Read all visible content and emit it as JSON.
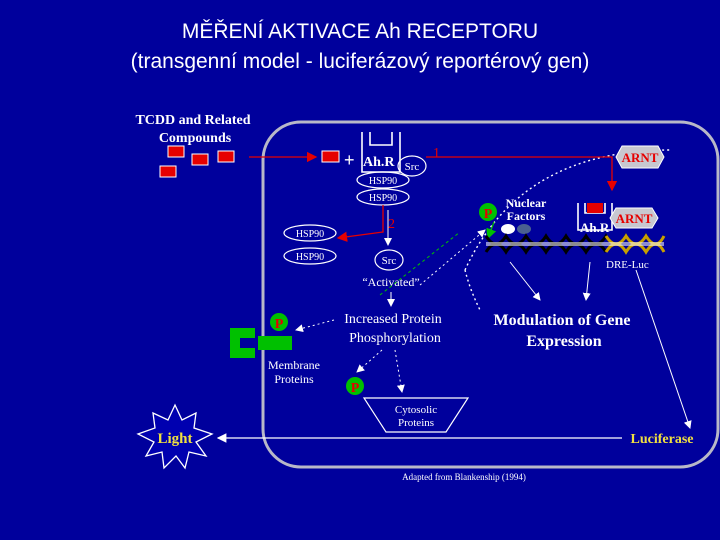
{
  "title": {
    "line1": "MĚŘENÍ AKTIVACE Ah RECEPTORU",
    "line2": "(transgenní model - luciferázový reportérový gen)"
  },
  "diagram": {
    "tcdd_label_line1": "TCDD and Related",
    "tcdd_label_line2": "Compounds",
    "plus": "+",
    "ahr": "Ah.R",
    "src": "Src",
    "hsp90": "HSP90",
    "step1": "1",
    "step2": "2",
    "activated": "“Activated”",
    "arnt": "ARNT",
    "p": "P",
    "nuclear_factors_line1": "Nuclear",
    "nuclear_factors_line2": "Factors",
    "dre_luc": "DRE-Luc",
    "increased_line1": "Increased Protein",
    "increased_line2": "Phosphorylation",
    "modulation_line1": "Modulation of Gene",
    "modulation_line2": "Expression",
    "membrane_line1": "Membrane",
    "membrane_line2": "Proteins",
    "cytosolic_line1": "Cytosolic",
    "cytosolic_line2": "Proteins",
    "light": "Light",
    "luciferase": "Luciferase",
    "credit": "Adapted from Blankenship (1994)"
  },
  "colors": {
    "background": "#00009c",
    "red": "#e60000",
    "green": "#00c000",
    "white": "#ffffff",
    "outline": "#b8b8c8"
  }
}
